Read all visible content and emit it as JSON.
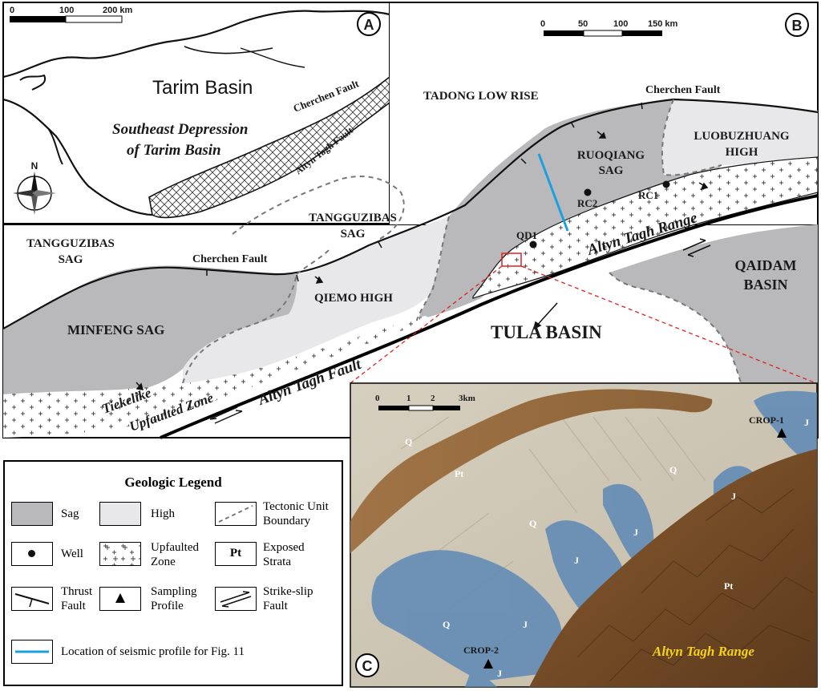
{
  "panels": {
    "a": {
      "badge": "A",
      "scale": [
        "0",
        "100",
        "200 km"
      ],
      "north": "N",
      "basin": "Tarim Basin",
      "depression": [
        "Southeast Depression",
        "of Tarim Basin"
      ],
      "fault_cherchen": "Cherchen Fault",
      "fault_altyn": "Altyn Tagh Fault"
    },
    "b": {
      "badge": "B",
      "scale": [
        "0",
        "50",
        "100",
        "150 km"
      ],
      "units": {
        "tadong": "TADONG LOW RISE",
        "cherchen_top": "Cherchen Fault",
        "luobu": [
          "LUOBUZHUANG",
          "HIGH"
        ],
        "ruoqiang": [
          "RUOQIANG",
          "SAG"
        ],
        "rc1": "RC1",
        "rc2": "RC2",
        "qd1": "QD1",
        "tang_mid": [
          "TANGGUZIBAS",
          "SAG"
        ],
        "tang_left": [
          "TANGGUZIBAS",
          "SAG"
        ],
        "cherchen_left": "Cherchen Fault",
        "qiemo": "QIEMO  HIGH",
        "altyn_range": "Altyn Tagh Range",
        "qaidam": [
          "QAIDAM",
          "BASIN"
        ],
        "minfeng": "MINFENG  SAG",
        "tula": "TULA  BASIN",
        "tiekelike": "Tiekelike",
        "upfaulted": "Upfaulted Zone",
        "altyn_fault": "Altyn Tagh Fault"
      }
    },
    "c": {
      "badge": "C",
      "scale": [
        "0",
        "1",
        "2",
        "3km"
      ],
      "crop1": "CROP-1",
      "crop2": "CROP-2",
      "range": "Altyn Tagh Range",
      "strata": {
        "q": "Q",
        "pt": "Pt",
        "j": "J"
      }
    }
  },
  "legend": {
    "title": "Geologic Legend",
    "sag": "Sag",
    "high": "High",
    "boundary": [
      "Tectonic Unit",
      "Boundary"
    ],
    "well": "Well",
    "upfaulted": [
      "Upfaulted",
      "Zone"
    ],
    "exposed_symbol": "Pt",
    "exposed": [
      "Exposed",
      "Strata"
    ],
    "thrust": [
      "Thrust",
      "Fault"
    ],
    "sampling": [
      "Sampling",
      "Profile"
    ],
    "strike": [
      "Strike-slip",
      "Fault"
    ],
    "seismic": "Location of seismic profile for Fig. 11"
  },
  "colors": {
    "sag": "#b9b9bb",
    "high": "#e8e8ea",
    "seismic": "#1a9fe0",
    "inset_frame": "#e02020",
    "jurassic": "#5d88b6",
    "proterozoic": "#9b7143",
    "quaternary": "#cfc7b5",
    "range_label": "#f5d21e"
  }
}
